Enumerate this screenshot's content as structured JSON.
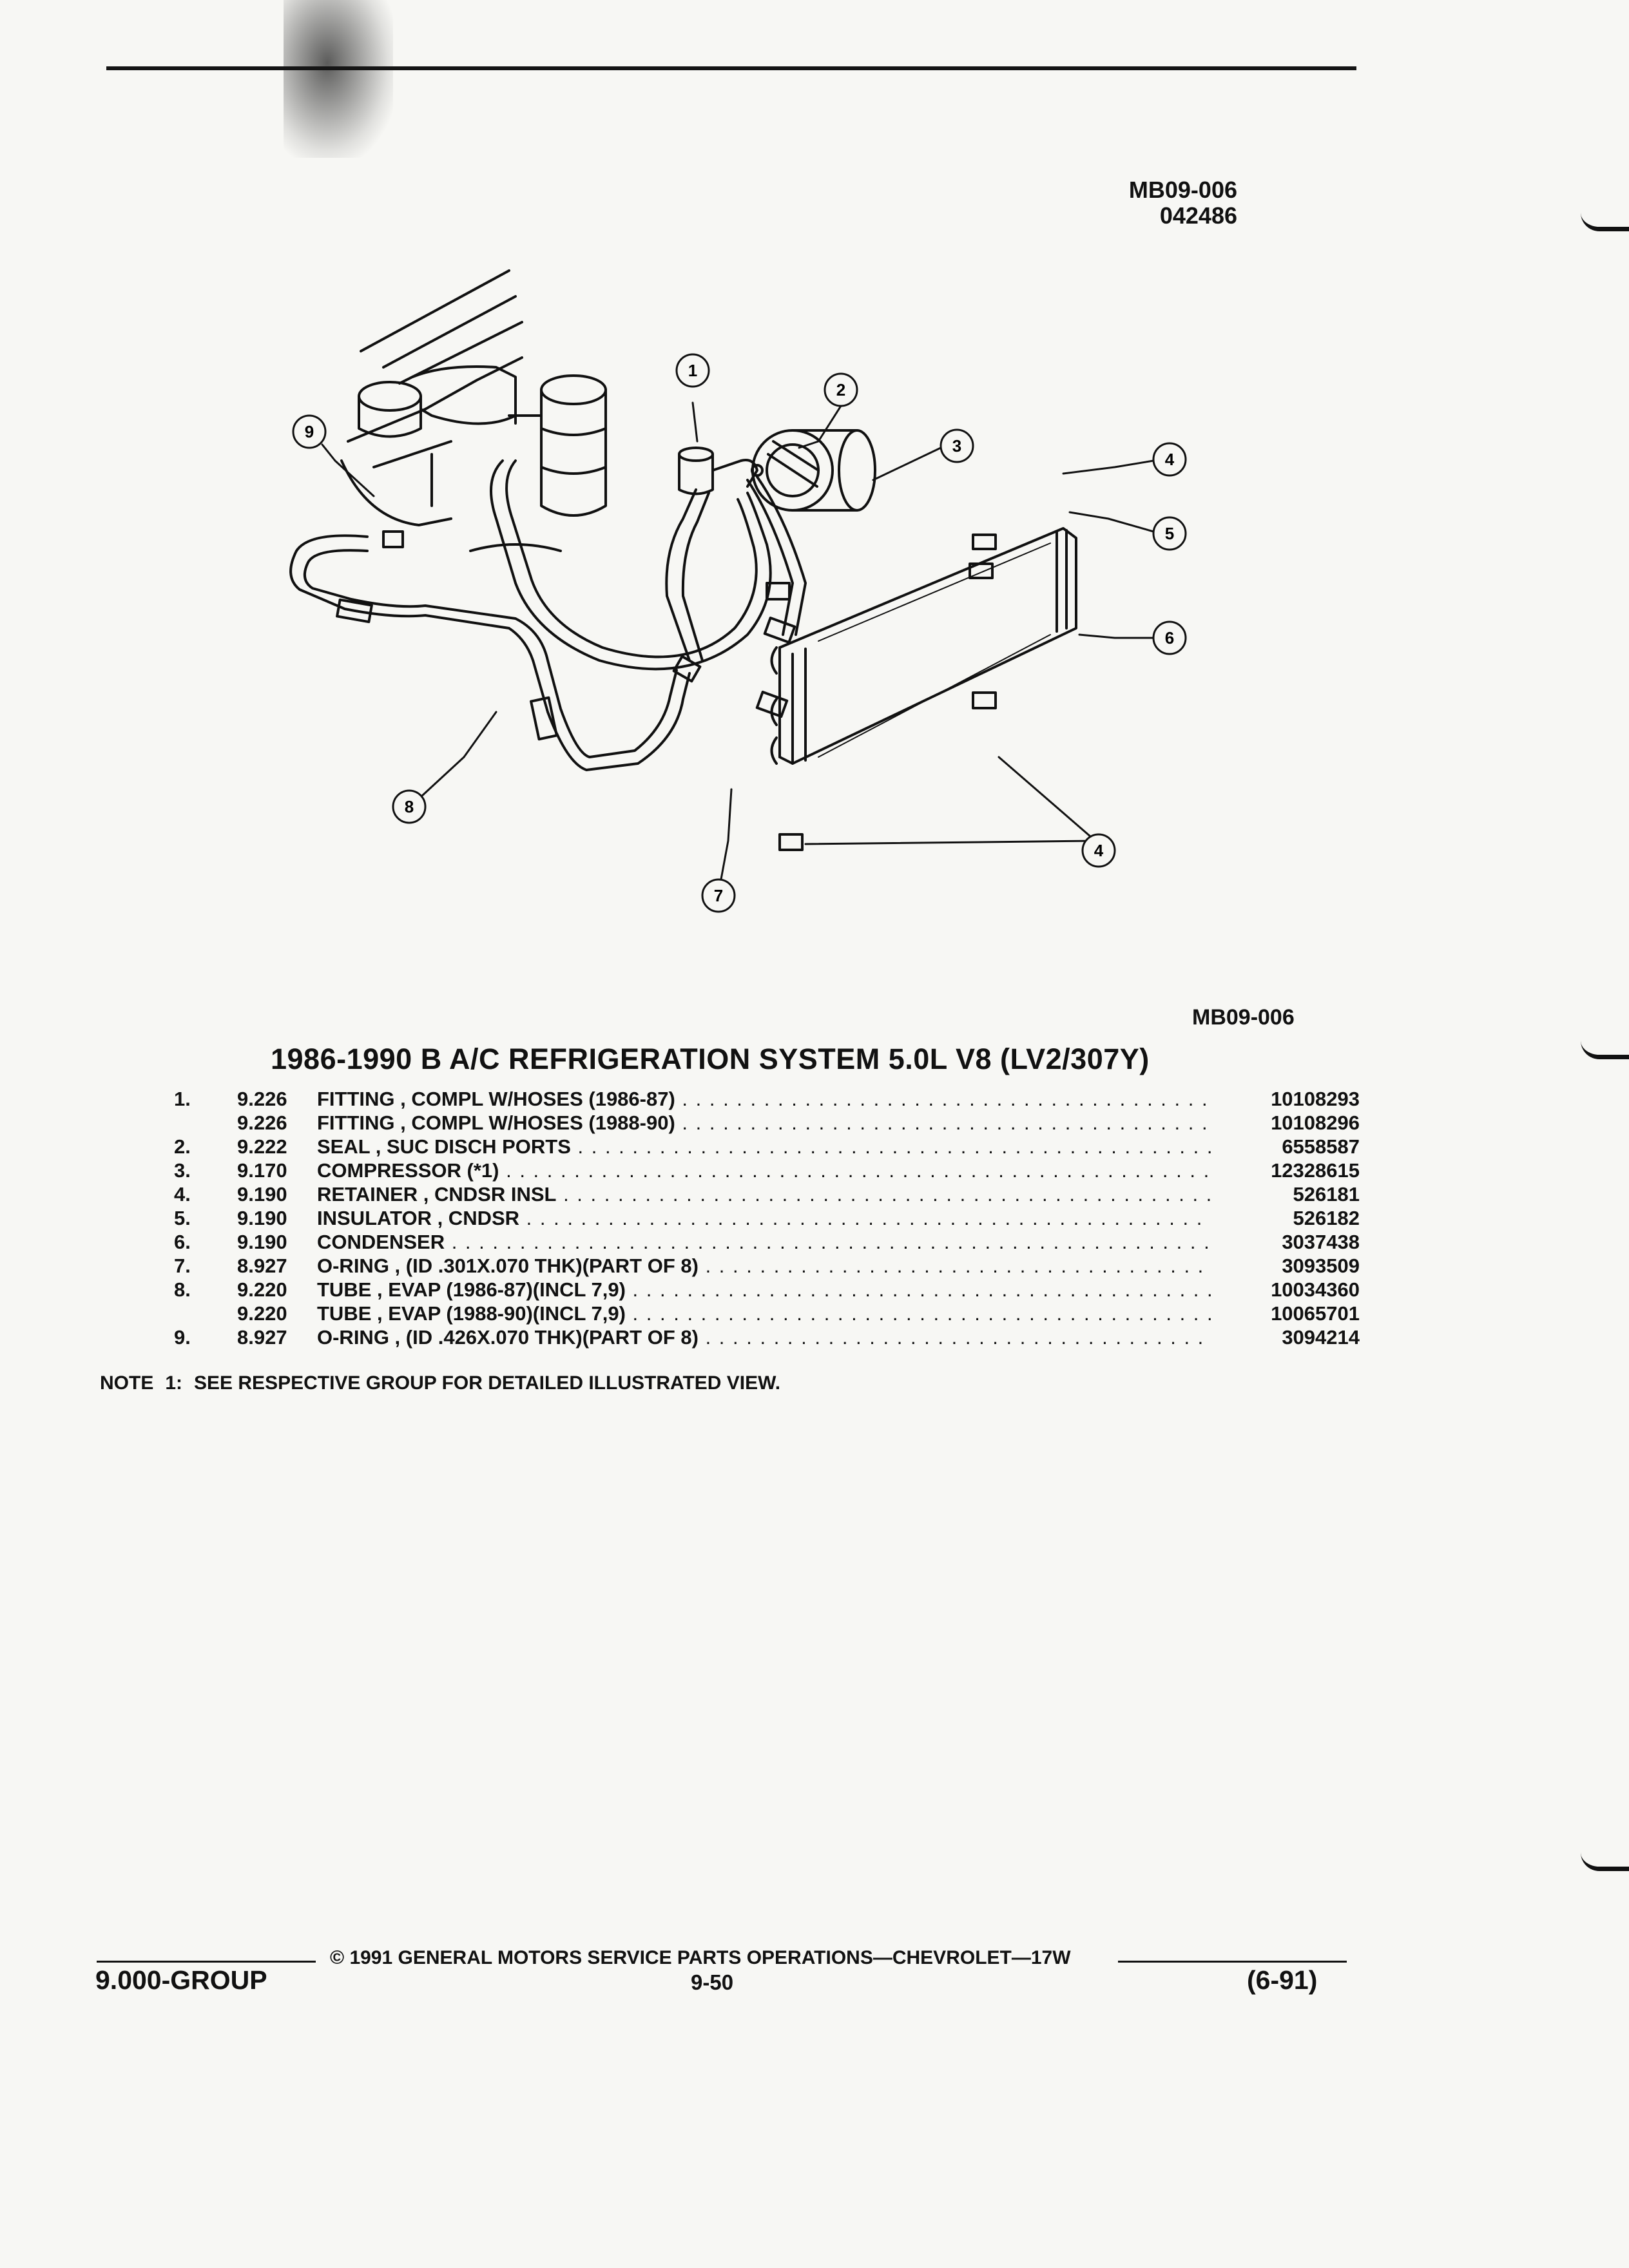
{
  "header": {
    "code": "MB09-006",
    "date_code": "042486"
  },
  "diagram": {
    "callouts": [
      "1",
      "2",
      "3",
      "4",
      "5",
      "6",
      "4",
      "7",
      "8",
      "9"
    ],
    "figure_code": "MB09-006"
  },
  "section_title": "1986-1990 B A/C REFRIGERATION SYSTEM 5.0L V8 (LV2/307Y)",
  "parts": [
    {
      "item": "1.",
      "group": "9.226",
      "description": "FITTING , COMPL W/HOSES (1986-87)",
      "part_number": "10108293"
    },
    {
      "item": "",
      "group": "9.226",
      "description": "FITTING , COMPL W/HOSES (1988-90)",
      "part_number": "10108296"
    },
    {
      "item": "2.",
      "group": "9.222",
      "description": "SEAL , SUC DISCH PORTS",
      "part_number": "6558587"
    },
    {
      "item": "3.",
      "group": "9.170",
      "description": "COMPRESSOR (*1)",
      "part_number": "12328615"
    },
    {
      "item": "4.",
      "group": "9.190",
      "description": "RETAINER , CNDSR INSL",
      "part_number": "526181"
    },
    {
      "item": "5.",
      "group": "9.190",
      "description": "INSULATOR , CNDSR",
      "part_number": "526182"
    },
    {
      "item": "6.",
      "group": "9.190",
      "description": "CONDENSER",
      "part_number": "3037438"
    },
    {
      "item": "7.",
      "group": "8.927",
      "description": "O-RING , (ID .301X.070 THK)(PART OF 8)",
      "part_number": "3093509"
    },
    {
      "item": "8.",
      "group": "9.220",
      "description": "TUBE , EVAP (1986-87)(INCL 7,9)",
      "part_number": "10034360"
    },
    {
      "item": "",
      "group": "9.220",
      "description": "TUBE , EVAP (1988-90)(INCL 7,9)",
      "part_number": "10065701"
    },
    {
      "item": "9.",
      "group": "8.927",
      "description": "O-RING , (ID .426X.070 THK)(PART OF 8)",
      "part_number": "3094214"
    }
  ],
  "note": {
    "label": "NOTE",
    "number": "1:",
    "text": "SEE RESPECTIVE GROUP FOR DETAILED ILLUSTRATED VIEW."
  },
  "footer": {
    "copyright": "© 1991 GENERAL MOTORS SERVICE PARTS OPERATIONS—CHEVROLET—17W",
    "group": "9.000-GROUP",
    "page": "9-50",
    "revision": "(6-91)"
  }
}
